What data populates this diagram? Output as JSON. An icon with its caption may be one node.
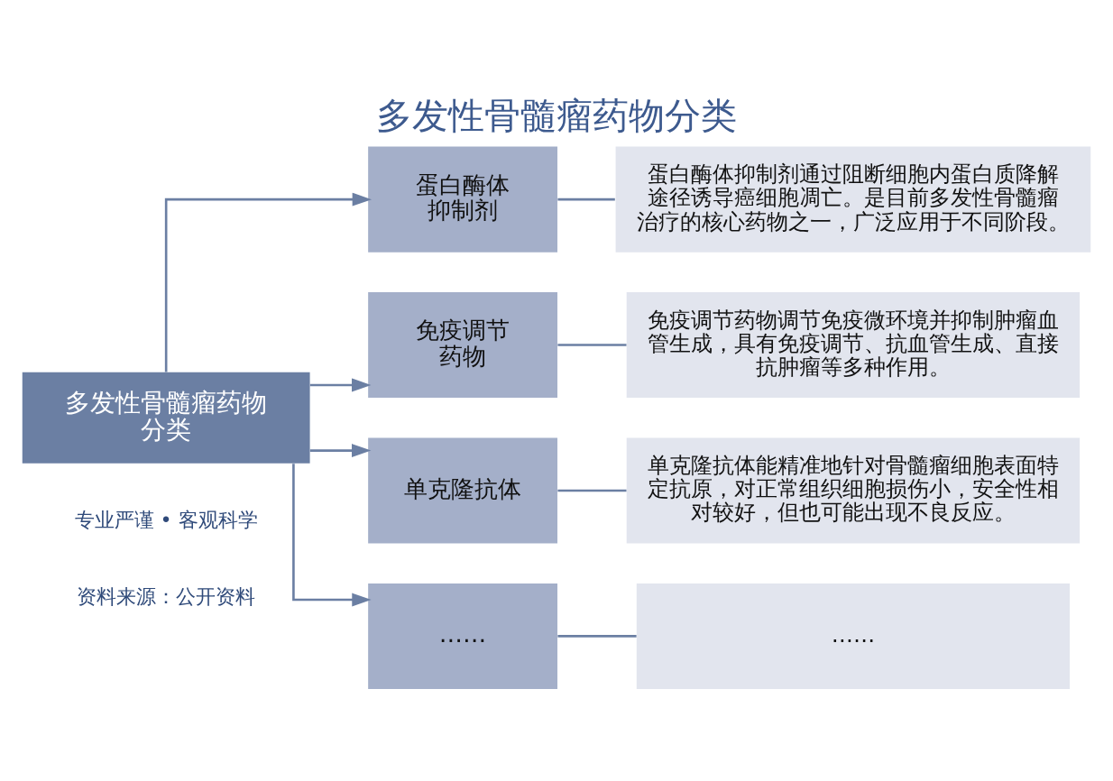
{
  "diagram": {
    "title": "多发性骨髓瘤药物分类",
    "nodes": [
      {
        "text": [
          "多发性骨髓瘤药物分类"
        ]
      },
      {
        "text": [
          "蛋白酶体抑制剂"
        ]
      },
      {
        "text": [
          "蛋白酶体抑制剂通过阻断细胞内蛋白质降解途径诱导癌细胞凋亡。是目前多发性骨髓瘤治疗的核心药物之一，广泛应用于不同阶段。"
        ]
      },
      {
        "text": [
          "免疫调节药物"
        ]
      },
      {
        "text": [
          "免疫调节药物调节免疫微环境并抑制肿瘤血管生成，具有免疫调节、抗血管生成、直接抗肿瘤等多种作用。"
        ]
      },
      {
        "text": [
          "单克隆抗体"
        ]
      },
      {
        "text": [
          "单克隆抗体能精准地针对骨髓瘤细胞表面特定抗原，对正常组织细胞损伤小，安全性相对较好，但也可能出现不良反应。"
        ]
      },
      {
        "text": [
          "……"
        ]
      },
      {
        "text": [
          "……"
        ]
      }
    ],
    "edges": [
      {
        "from": 0,
        "to": 1,
        "arrow": "to"
      },
      {
        "from": 1,
        "to": 2,
        "arrow": "none"
      },
      {
        "from": 0,
        "to": 3,
        "arrow": "to"
      },
      {
        "from": 3,
        "to": 4,
        "arrow": "none"
      },
      {
        "from": 0,
        "to": 5,
        "arrow": "to"
      },
      {
        "from": 5,
        "to": 6,
        "arrow": "none"
      },
      {
        "from": 0,
        "to": 7,
        "arrow": "to"
      },
      {
        "from": 7,
        "to": 8,
        "arrow": "none"
      }
    ],
    "labels": [
      "专业严谨 • 客观科学",
      "资料来源：公开资料"
    ]
  }
}
